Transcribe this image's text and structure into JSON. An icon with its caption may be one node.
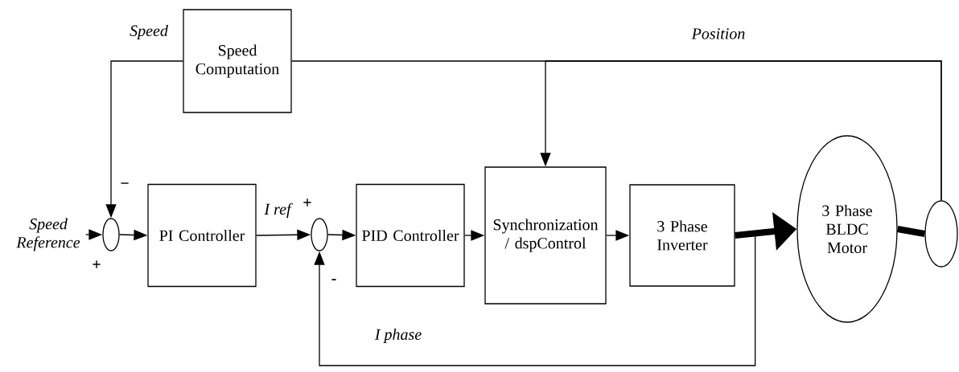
{
  "diagram": {
    "nodes": [
      {
        "text": [
          "Speed Reference"
        ]
      },
      {
        "text": [],
        "shape": "circle"
      },
      {
        "text": [
          "PI Controller"
        ]
      },
      {
        "text": [],
        "shape": "circle"
      },
      {
        "text": [
          "PID Controller"
        ]
      },
      {
        "text": [
          "Synchronization / dspControl"
        ]
      },
      {
        "text": [
          "3 Phase Inverter"
        ]
      },
      {
        "text": [
          "3 Phase BLDC Motor"
        ]
      },
      {
        "text": [],
        "shape": "circle"
      },
      {
        "text": [
          "Speed Computation"
        ]
      }
    ],
    "edges": [
      {
        "from": 0,
        "to": 1,
        "arrow": "to"
      },
      {
        "from": 1,
        "to": 2,
        "arrow": "to"
      },
      {
        "from": 2,
        "to": 3,
        "arrow": "to",
        "label": "I ref"
      },
      {
        "from": 3,
        "to": 4,
        "arrow": "to"
      },
      {
        "from": 4,
        "to": 5,
        "arrow": "to"
      },
      {
        "from": 5,
        "to": 6,
        "arrow": "to"
      },
      {
        "from": 6,
        "to": 7,
        "arrow": "to",
        "style": "thick"
      },
      {
        "from": 7,
        "to": 8,
        "arrow": "none",
        "style": "thick"
      },
      {
        "from": 8,
        "to": 9,
        "arrow": "none",
        "label": "Position"
      },
      {
        "from": 8,
        "to": 5,
        "arrow": "to"
      },
      {
        "from": 9,
        "to": 1,
        "arrow": "to",
        "label": "Speed"
      },
      {
        "from": 6,
        "to": 3,
        "arrow": "to",
        "label": "I phase"
      }
    ],
    "labels": [
      "−",
      "+",
      "+",
      "-"
    ]
  }
}
